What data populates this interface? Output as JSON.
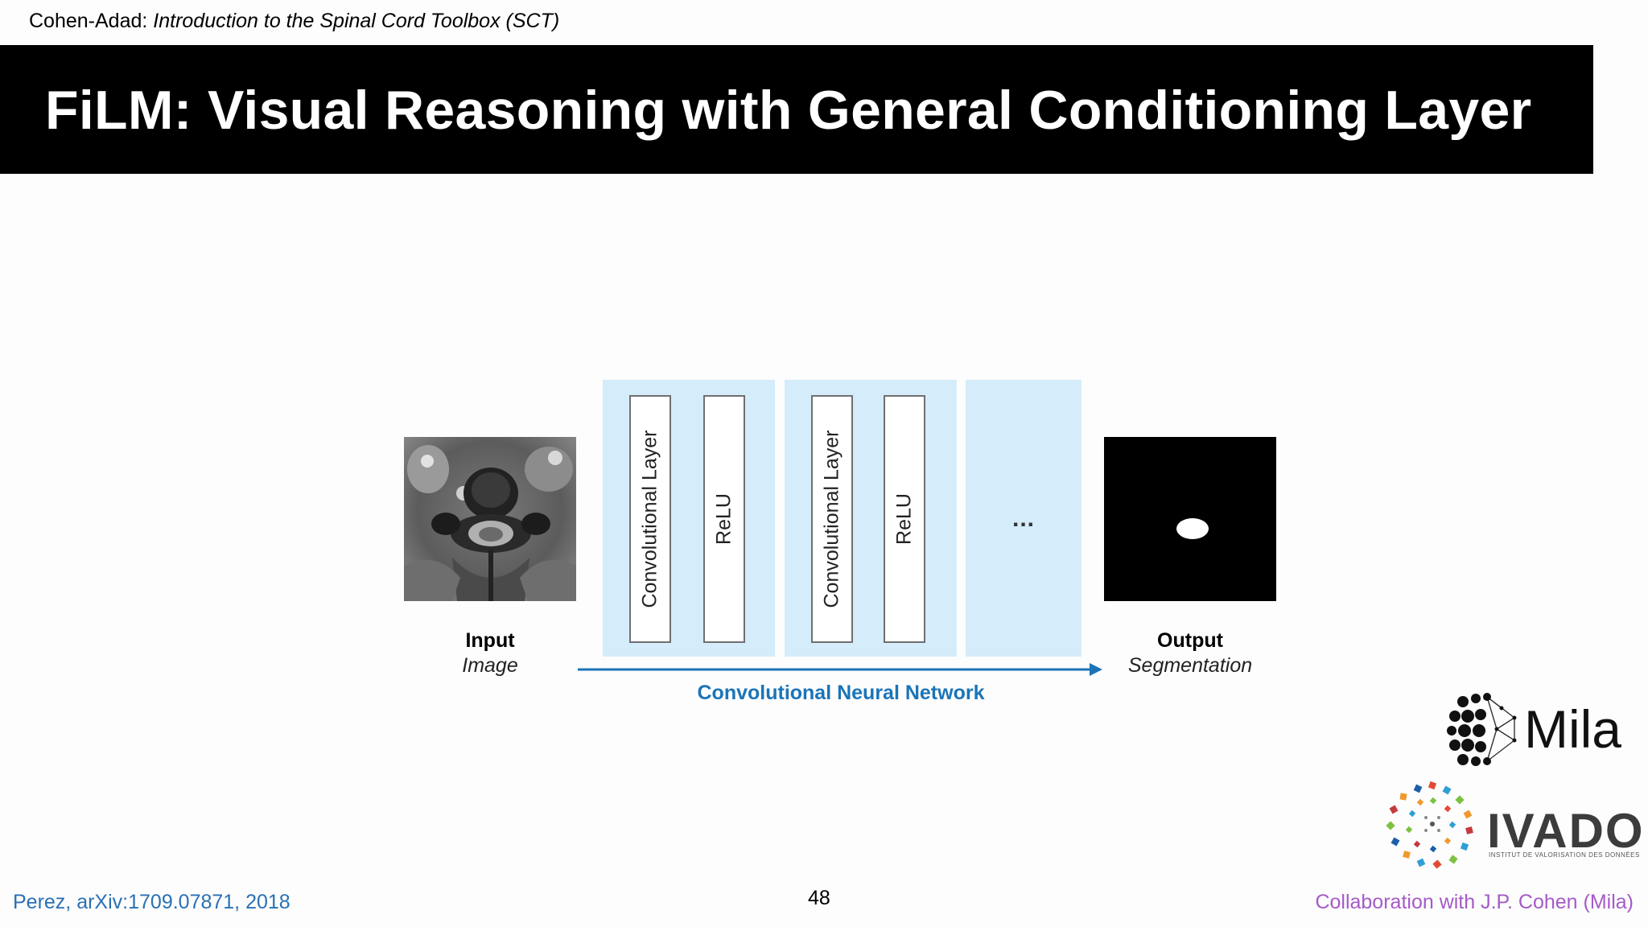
{
  "header": {
    "author": "Cohen-Adad:",
    "course": "Introduction to the Spinal Cord Toolbox (SCT)"
  },
  "title": "FiLM: Visual Reasoning with General Conditioning Layer",
  "accent_colors": [
    "#2e9fd6",
    "#7cc242",
    "#ef9a30",
    "#c43a3f"
  ],
  "diagram": {
    "input": {
      "main": "Input",
      "sub": "Image"
    },
    "output": {
      "main": "Output",
      "sub": "Segmentation"
    },
    "blocks": [
      {
        "layers": [
          "Convolutional Layer",
          "ReLU"
        ]
      },
      {
        "layers": [
          "Convolutional Layer",
          "ReLU"
        ]
      }
    ],
    "ellipsis": "...",
    "network_label": "Convolutional Neural Network",
    "panel_color": "#d5ecfb",
    "arrow_color": "#1b74b8"
  },
  "logos": {
    "mila": "Mila",
    "ivado": "IVADO",
    "ivado_tagline": "INSTITUT DE VALORISATION DES DONNÉES"
  },
  "footer": {
    "reference": "Perez, arXiv:1709.07871, 2018",
    "page_number": "48",
    "collaboration": "Collaboration with J.P. Cohen (Mila)"
  }
}
